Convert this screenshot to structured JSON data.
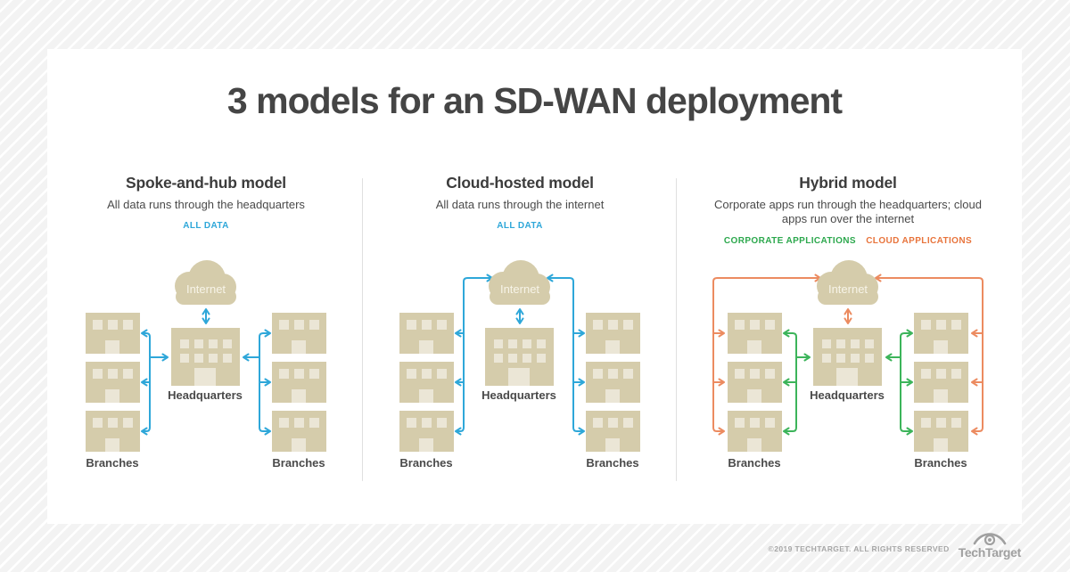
{
  "header": {
    "title": "3 models for an SD-WAN deployment"
  },
  "models": [
    {
      "title": "Spoke-and-hub model",
      "subtitle": "All data runs through the headquarters",
      "tag_primary": "ALL DATA",
      "internet_label": "Internet",
      "headquarters_label": "Headquarters",
      "branches_left_label": "Branches",
      "branches_right_label": "Branches"
    },
    {
      "title": "Cloud-hosted model",
      "subtitle": "All data runs through the internet",
      "tag_primary": "ALL DATA",
      "internet_label": "Internet",
      "headquarters_label": "Headquarters",
      "branches_left_label": "Branches",
      "branches_right_label": "Branches"
    },
    {
      "title": "Hybrid model",
      "subtitle": "Corporate apps run through the headquarters; cloud apps run over the internet",
      "tag_primary": "CORPORATE APPLICATIONS",
      "tag_secondary": "CLOUD APPLICATIONS",
      "internet_label": "Internet",
      "headquarters_label": "Headquarters",
      "branches_left_label": "Branches",
      "branches_right_label": "Branches"
    }
  ],
  "colors": {
    "blue": "#2ea7d9",
    "green": "#3cb45a",
    "orange": "#ec8b60",
    "tag_green": "#2ca84d",
    "tag_orange": "#e8743c",
    "tan": "#d5ccab",
    "tan_light": "#ebe6d6",
    "cloud_text": "#f7f4e8",
    "ink": "#454545",
    "label": "#4a4a4a",
    "footer": "#a0a0a0"
  },
  "footer": {
    "copyright": "©2019 TECHTARGET. ALL RIGHTS RESERVED",
    "brand": "TechTarget"
  }
}
